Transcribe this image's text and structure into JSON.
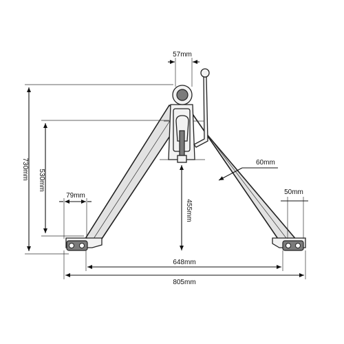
{
  "dimensions": {
    "total_height": "730mm",
    "pin_height": "530mm",
    "inner_height": "455mm",
    "top_pin_width": "57mm",
    "leg_width": "60mm",
    "left_foot_width": "79mm",
    "right_foot_width": "50mm",
    "inner_span": "648mm",
    "outer_span": "805mm"
  },
  "colors": {
    "frame_fill": "#e2e2e2",
    "line": "#222222",
    "dimension_line": "#111111"
  }
}
